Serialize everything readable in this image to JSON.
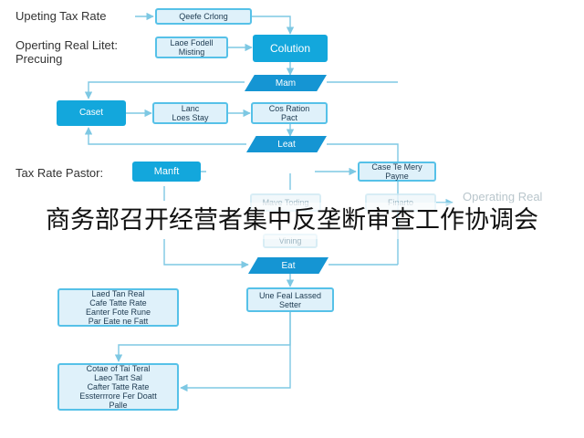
{
  "labels": {
    "tax_rate": "Upeting Tax Rate",
    "operating_real": "Operting Real Litet:\nPrecuing",
    "tax_rate_pastor": "Tax Rate Pastor:",
    "operating_real_right": "Operating Real"
  },
  "nodes": {
    "quote_crong": "Qeefe Crlong",
    "laoe_fodell": "Laoe Fodell\nMisting",
    "colution": "Colution",
    "man_top": "Mam",
    "caset": "Caset",
    "lanc_stay": "Lanc\nLoes Stay",
    "cos_ration": "Cos Ration\nPact",
    "leat": "Leat",
    "manft": "Manft",
    "case_mery": "Case Te Mery\nPayne",
    "mave_toding": "Mave Toding",
    "finarto": "Finarto",
    "vining": "Vining",
    "eat": "Eat",
    "une_feal": "Une Feal Lassed\nSetter",
    "left_block_top": "Laed Tan Real\nCafe Tatte Rate\nEanter Fote Rune\nPar Eate ne Fatt",
    "left_block_bottom": "Cotae of Tai Teral\nLaeo Tart Sal\nCafter Tatte Rate\nEssterrrore Fer Doatt\nPalle"
  },
  "overlay": {
    "title": "商务部召开经营者集中反垄断审查工作协调会"
  },
  "colors": {
    "solid": "#13a7dc",
    "parallelogram": "#1595d3",
    "light_fill": "#dff1fa",
    "border": "#56c1e8",
    "wire": "#7ec8e3"
  }
}
